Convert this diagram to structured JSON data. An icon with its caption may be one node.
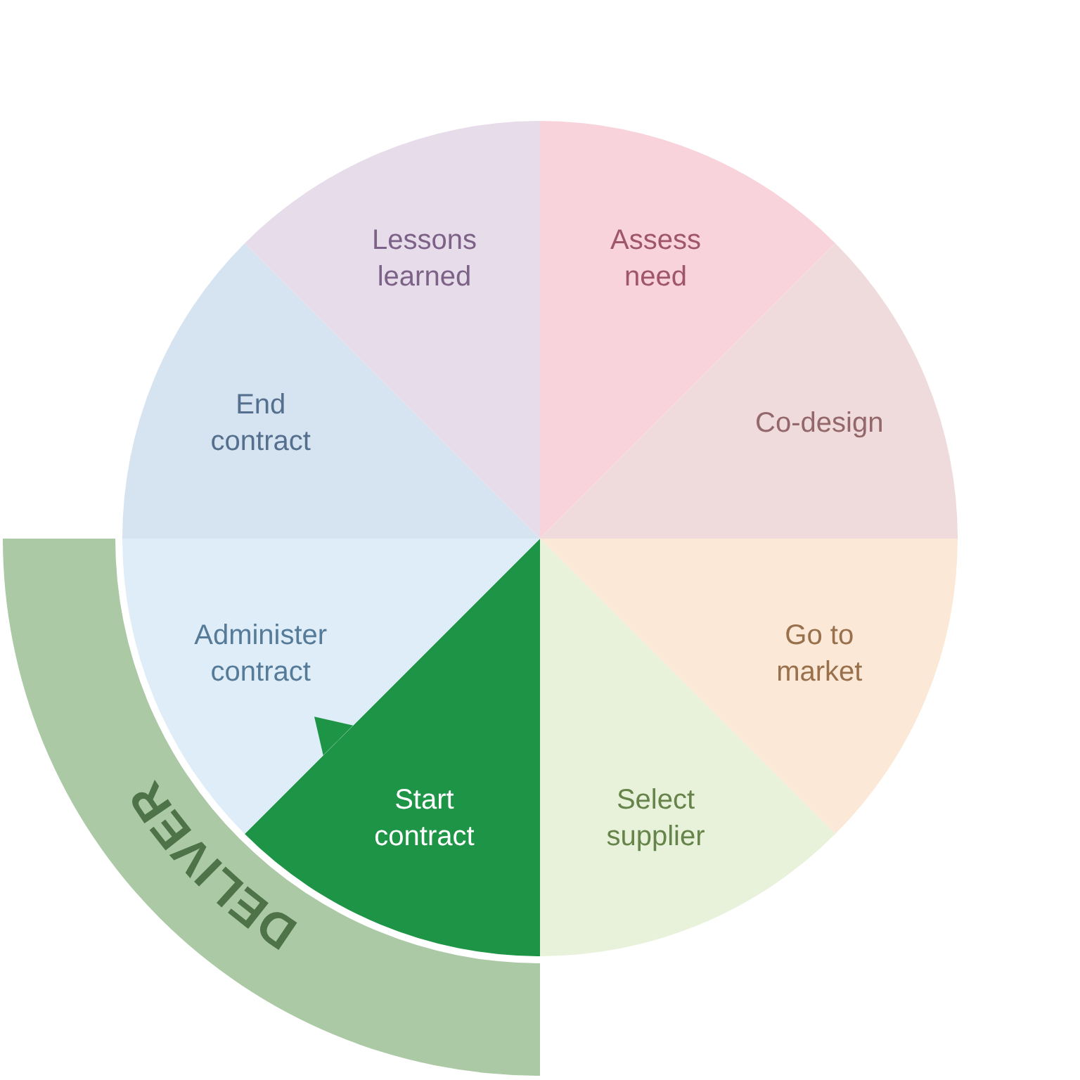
{
  "diagram": {
    "nodes": [
      {
        "text": [
          "Assess need"
        ]
      },
      {
        "text": [
          "Co-design"
        ]
      },
      {
        "text": [
          "Go to market"
        ]
      },
      {
        "text": [
          "Select supplier"
        ]
      },
      {
        "text": [
          "Start contract"
        ]
      },
      {
        "text": [
          "Administer contract"
        ]
      },
      {
        "text": [
          "End contract"
        ]
      },
      {
        "text": [
          "Lessons learned"
        ]
      },
      {
        "text": [
          "DELIVER"
        ]
      }
    ],
    "edges": [
      {
        "from": 4,
        "to": 5,
        "arrow": "to"
      }
    ]
  }
}
